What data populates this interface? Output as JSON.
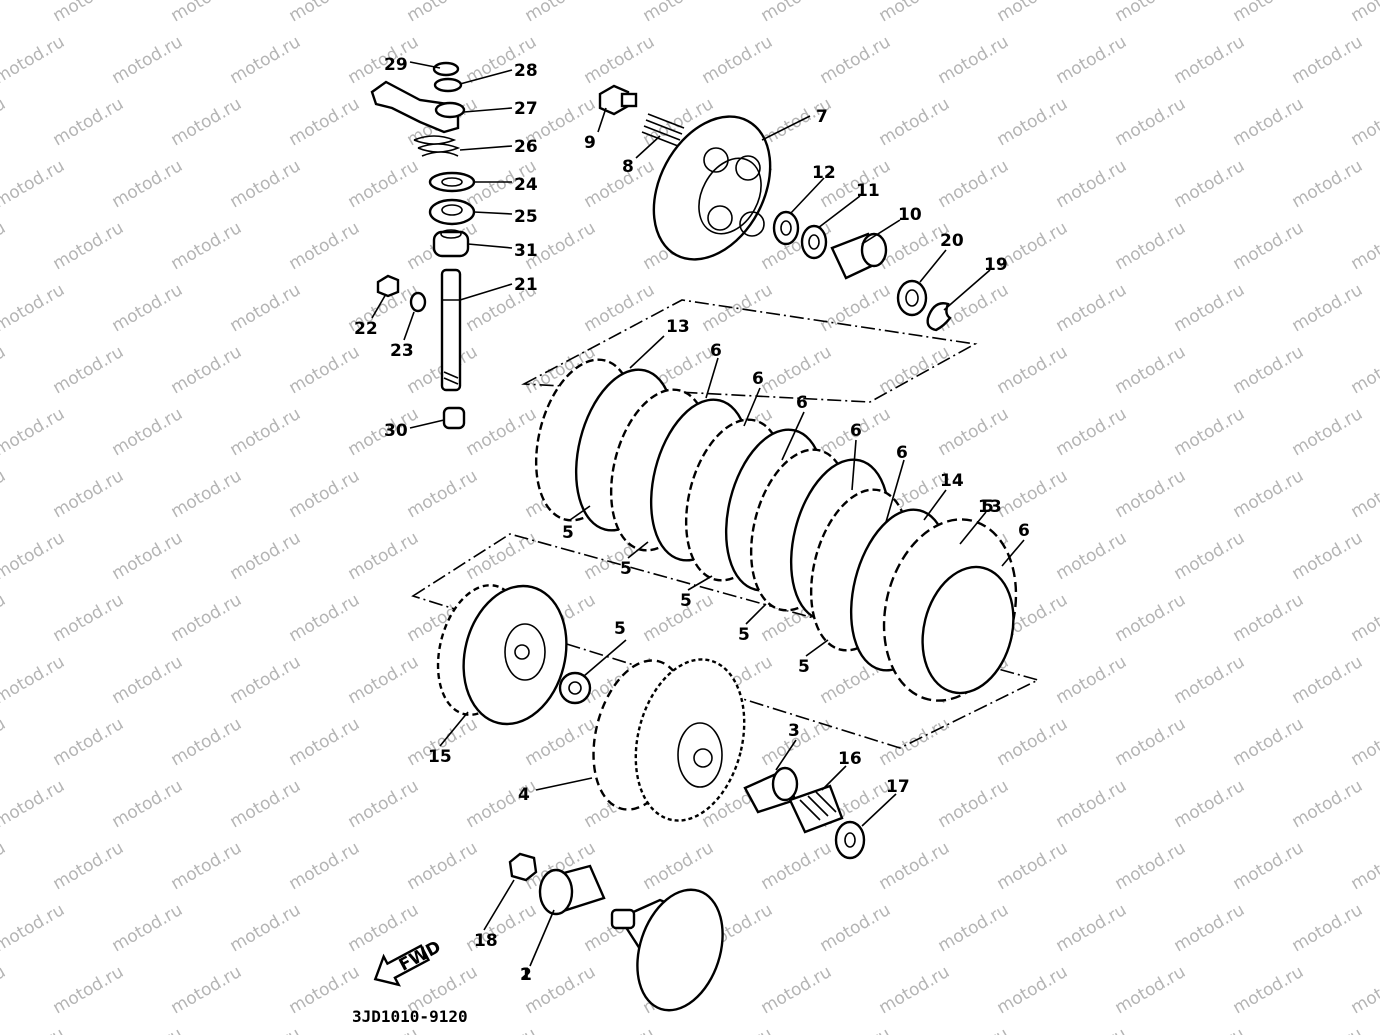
{
  "watermark": "motod.ru",
  "drawing_code": "3JD1010-9120",
  "fwd_arrow": "FWD",
  "callouts": [
    "29",
    "28",
    "27",
    "26",
    "24",
    "25",
    "31",
    "21",
    "22",
    "23",
    "30",
    "9",
    "8",
    "7",
    "12",
    "11",
    "10",
    "20",
    "19",
    "13",
    "6",
    "6",
    "6",
    "6",
    "6",
    "14",
    "13",
    "5",
    "6",
    "5",
    "5",
    "5",
    "5",
    "5",
    "5",
    "15",
    "4",
    "3",
    "16",
    "17",
    "18",
    "2",
    "1"
  ]
}
